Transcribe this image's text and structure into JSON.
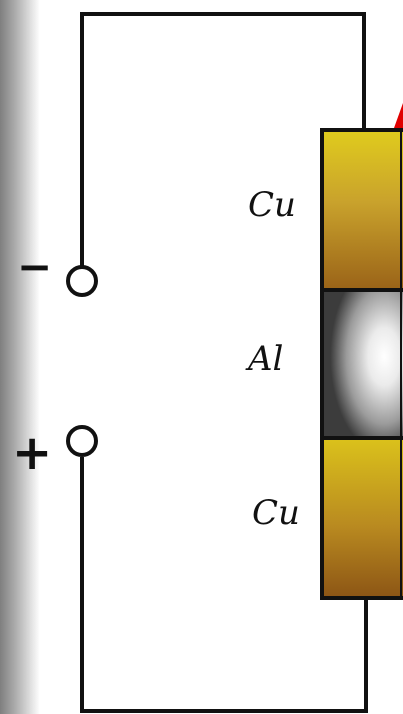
{
  "labels": {
    "top_material": "Cu",
    "middle_material": "Al",
    "bottom_material": "Cu"
  },
  "terminals": {
    "negative": "−",
    "positive": "+"
  },
  "colors": {
    "wire": "#111111",
    "copper_top": "#c79a1a",
    "copper_bottom": "#b8860b",
    "aluminum_light": "#f7f7f7",
    "aluminum_dark": "#555555",
    "accent": "#e00000"
  }
}
